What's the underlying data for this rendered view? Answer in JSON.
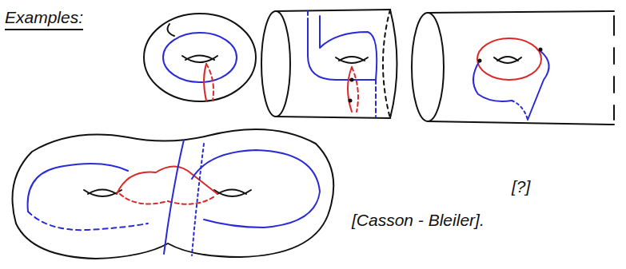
{
  "diagram": {
    "labels": [
      "Examples:",
      "[?]",
      "[Casson - Bleiler]."
    ]
  }
}
